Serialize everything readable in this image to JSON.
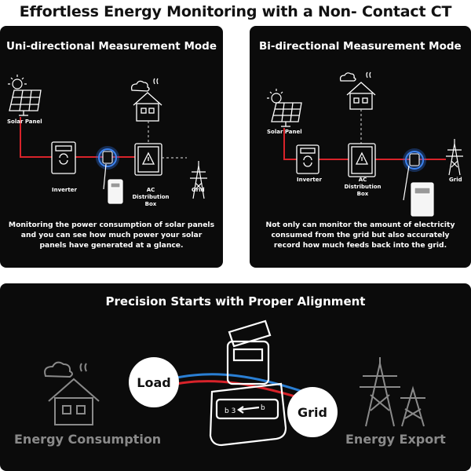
{
  "title": "Effortless Energy Monitoring with a Non- Contact CT",
  "uni": {
    "title": "Uni-directional Measurement Mode",
    "labels": {
      "solar": "Solar Panel",
      "inverter": "Inverter",
      "ac_box": "AC Distribution Box",
      "grid": "Grid"
    },
    "description": "Monitoring the power consumption of solar panels and you can see how much power your solar panels have generated at a glance."
  },
  "bi": {
    "title": "Bi-directional Measurement Mode",
    "labels": {
      "solar": "Solar Panel",
      "inverter": "Inverter",
      "ac_box": "AC Distribution Box",
      "grid": "Grid"
    },
    "description": "Not only can monitor the amount of electricity consumed from the grid but also accurately record how much feeds back into the grid."
  },
  "alignment": {
    "title": "Precision Starts with Proper Alignment",
    "load": "Load",
    "grid": "Grid",
    "consumption": "Energy Consumption",
    "export": "Energy Export"
  },
  "colors": {
    "panel_bg": "#0b0b0b",
    "wire_red": "#d8232a",
    "wire_blue": "#2a7fd4",
    "glow_blue": "#2f6fe0",
    "muted_text": "#8a8a8a"
  }
}
